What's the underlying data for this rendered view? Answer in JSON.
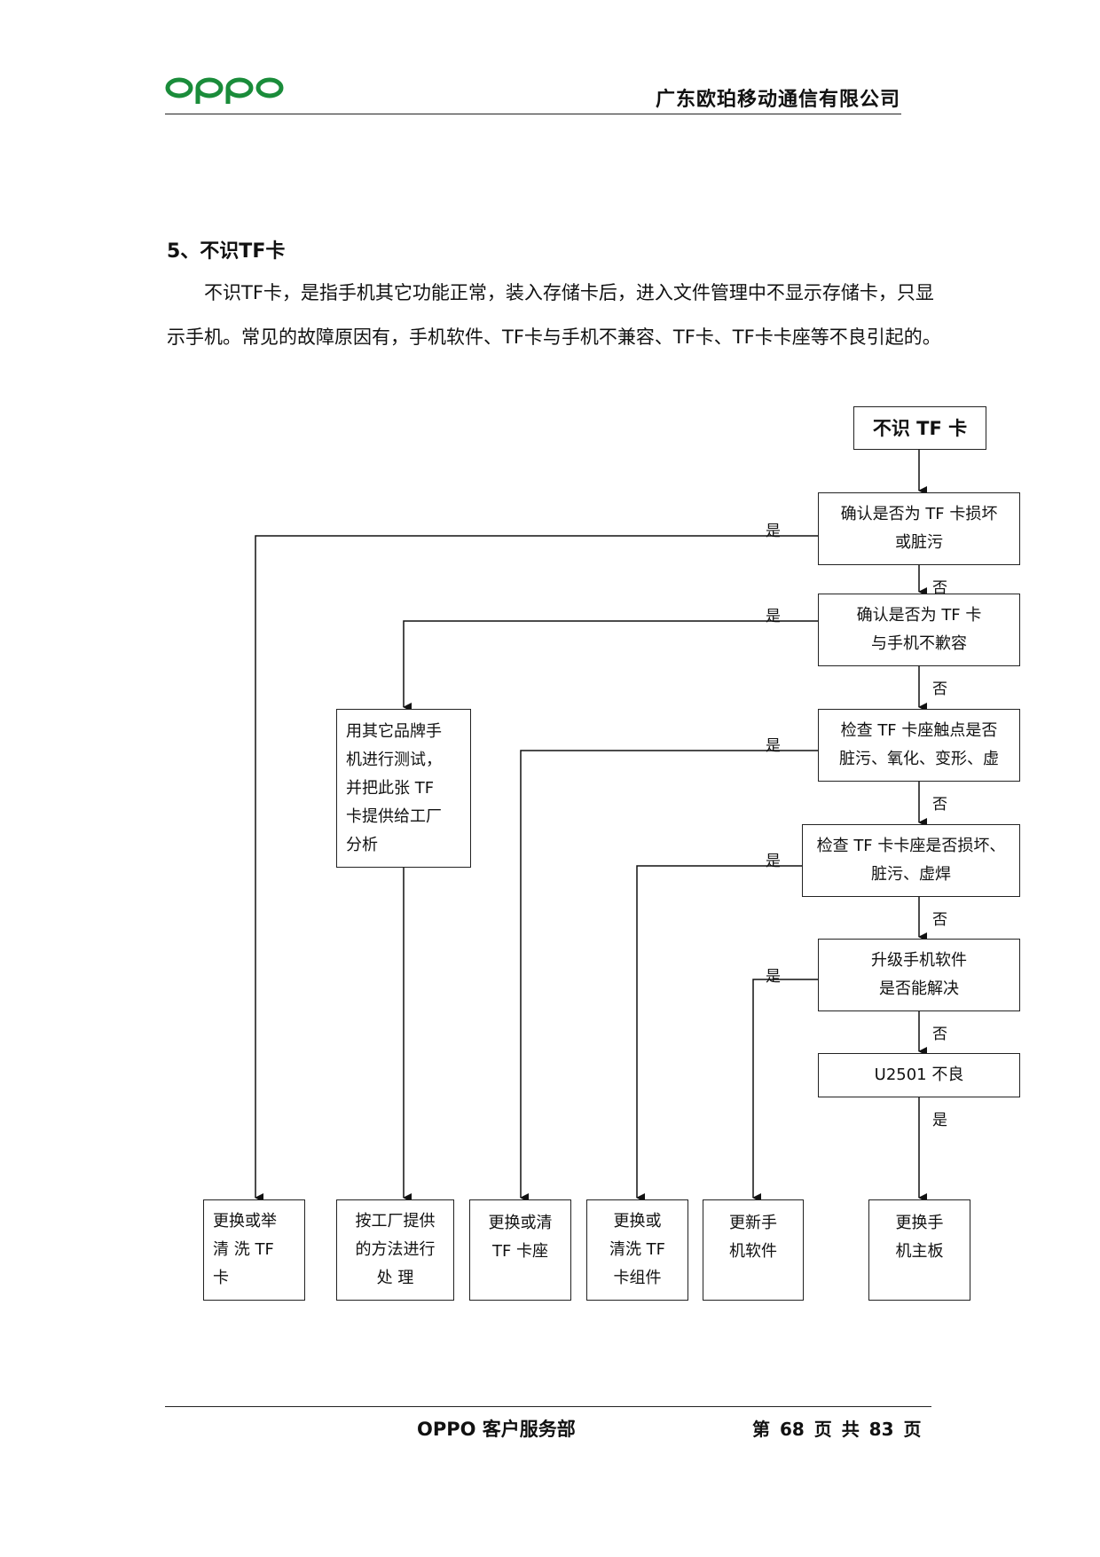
{
  "header": {
    "logo_text": "oppo",
    "company": "广东欧珀移动通信有限公司"
  },
  "section": {
    "title": "5、不识TF卡",
    "paragraph": "不识TF卡，是指手机其它功能正常，装入存储卡后，进入文件管理中不显示存储卡，只显示手机。常见的故障原因有，手机软件、TF卡与手机不兼容、TF卡、TF卡卡座等不良引起的。"
  },
  "flowchart": {
    "start": "不识 TF 卡",
    "steps": [
      {
        "lines": [
          "确认是否为 TF 卡损坏",
          "或脏污"
        ]
      },
      {
        "lines": [
          "确认是否为 TF 卡",
          "与手机不歉容"
        ]
      },
      {
        "lines": [
          "检查  TF  卡座触点是否",
          "脏污、氧化、变形、虚"
        ]
      },
      {
        "lines": [
          "检查 TF 卡卡座是否损坏、",
          "脏污、虚焊"
        ]
      },
      {
        "lines": [
          "升级手机软件",
          "是否能解决"
        ]
      },
      {
        "lines": [
          "U2501 不良"
        ]
      }
    ],
    "test_box": {
      "lines": [
        "用其它品牌手",
        "机进行测试，",
        "并把此张  TF",
        "卡提供给工厂",
        "分析"
      ]
    },
    "outcomes": [
      {
        "lines": [
          "更换或举",
          "清 洗   TF",
          "卡"
        ]
      },
      {
        "lines": [
          "按工厂提供",
          "的方法进行",
          "处  理"
        ]
      },
      {
        "lines": [
          "更换或清",
          "TF 卡座"
        ]
      },
      {
        "lines": [
          "更换或",
          "清洗 TF",
          "卡组件"
        ]
      },
      {
        "lines": [
          "更新手",
          "机软件"
        ]
      },
      {
        "lines": [
          "更换手",
          "机主板"
        ]
      }
    ],
    "yes_label": "是",
    "no_label": "否"
  },
  "footer": {
    "department": "OPPO 客户服务部",
    "page": "第 68 页 共 83 页"
  },
  "colors": {
    "logo_green": "#1a8c3a"
  }
}
